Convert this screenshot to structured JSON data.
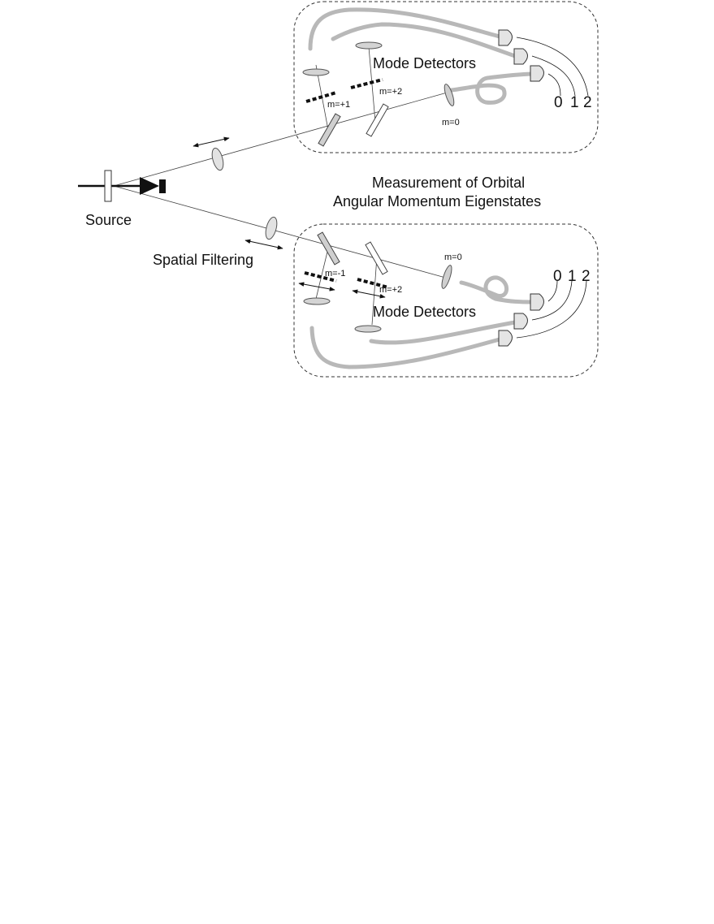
{
  "labels": {
    "source": "Source",
    "spatial_filtering": "Spatial Filtering",
    "title_line1": "Measurement of Orbital",
    "title_line2": "Angular Momentum Eigenstates"
  },
  "upper_module": {
    "mode_detectors": "Mode Detectors",
    "mode_labels": [
      "m=+1",
      "m=+2",
      "m=0"
    ],
    "channels": [
      "0",
      "1",
      "2"
    ]
  },
  "lower_module": {
    "mode_detectors": "Mode Detectors",
    "mode_labels": [
      "m=-1",
      "m=+2",
      "m=0"
    ],
    "channels": [
      "0",
      "1",
      "2"
    ]
  },
  "colors": {
    "line": "#111111",
    "fiber": "#b8b8b8",
    "optic_fill": "#d4d4d4",
    "detector_fill": "#e4e4e4",
    "box_border": "#333333"
  }
}
